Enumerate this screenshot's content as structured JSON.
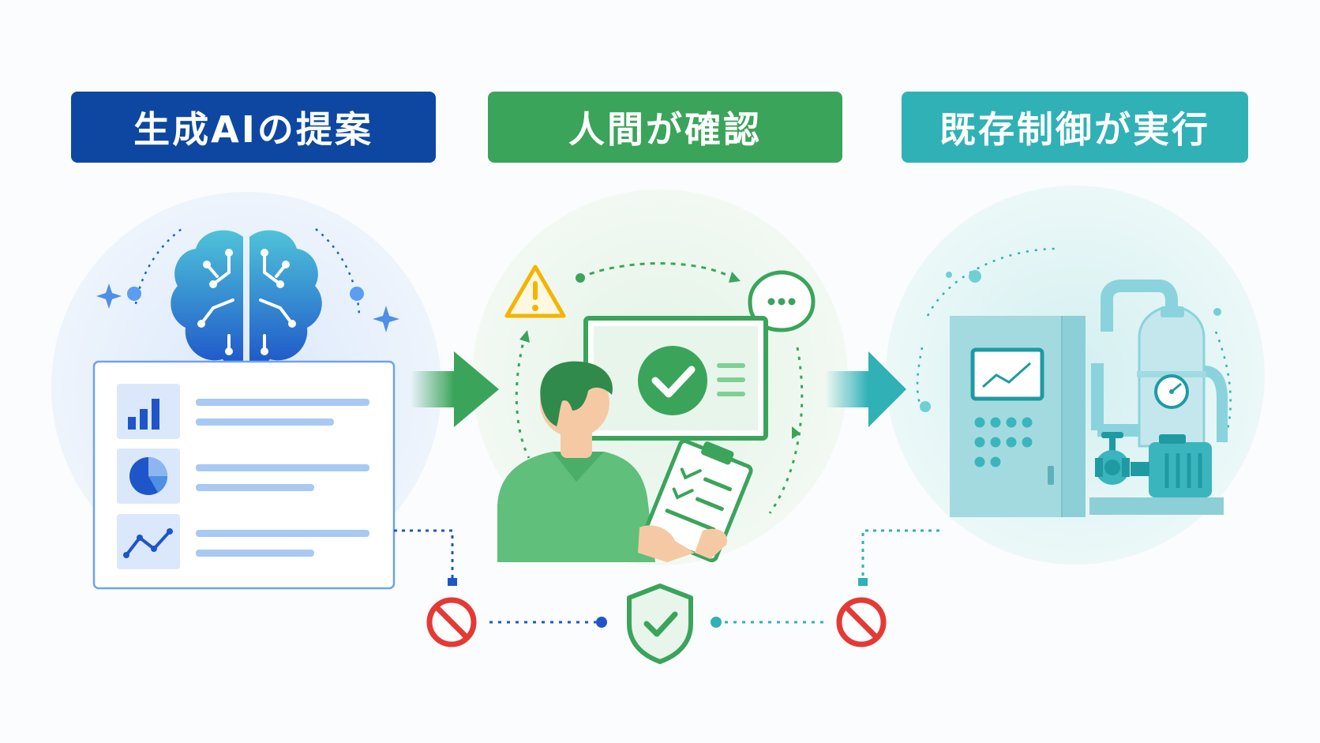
{
  "stages": [
    {
      "label": "生成AIの提案",
      "color": "#0d47a1"
    },
    {
      "label": "人間が確認",
      "color": "#3aa45b"
    },
    {
      "label": "既存制御が実行",
      "color": "#2fb1b6"
    }
  ],
  "colors": {
    "blue": "#1e63c9",
    "green": "#3aa45b",
    "teal": "#2fb1b6",
    "warning": "#f4b400",
    "block": "#e53935"
  },
  "icons": {
    "stage1": [
      "brain-circuit-icon",
      "bar-chart-icon",
      "pie-chart-icon",
      "line-chart-icon"
    ],
    "stage2": [
      "warning-icon",
      "chat-bubble-icon",
      "check-circle-icon",
      "clipboard-checklist-icon",
      "person-reviewer-icon"
    ],
    "stage3": [
      "control-panel-icon",
      "pipe-tank-icon",
      "pressure-gauge-icon",
      "pump-motor-icon"
    ],
    "bottom": [
      "prohibited-icon",
      "shield-check-icon",
      "prohibited-icon"
    ]
  }
}
